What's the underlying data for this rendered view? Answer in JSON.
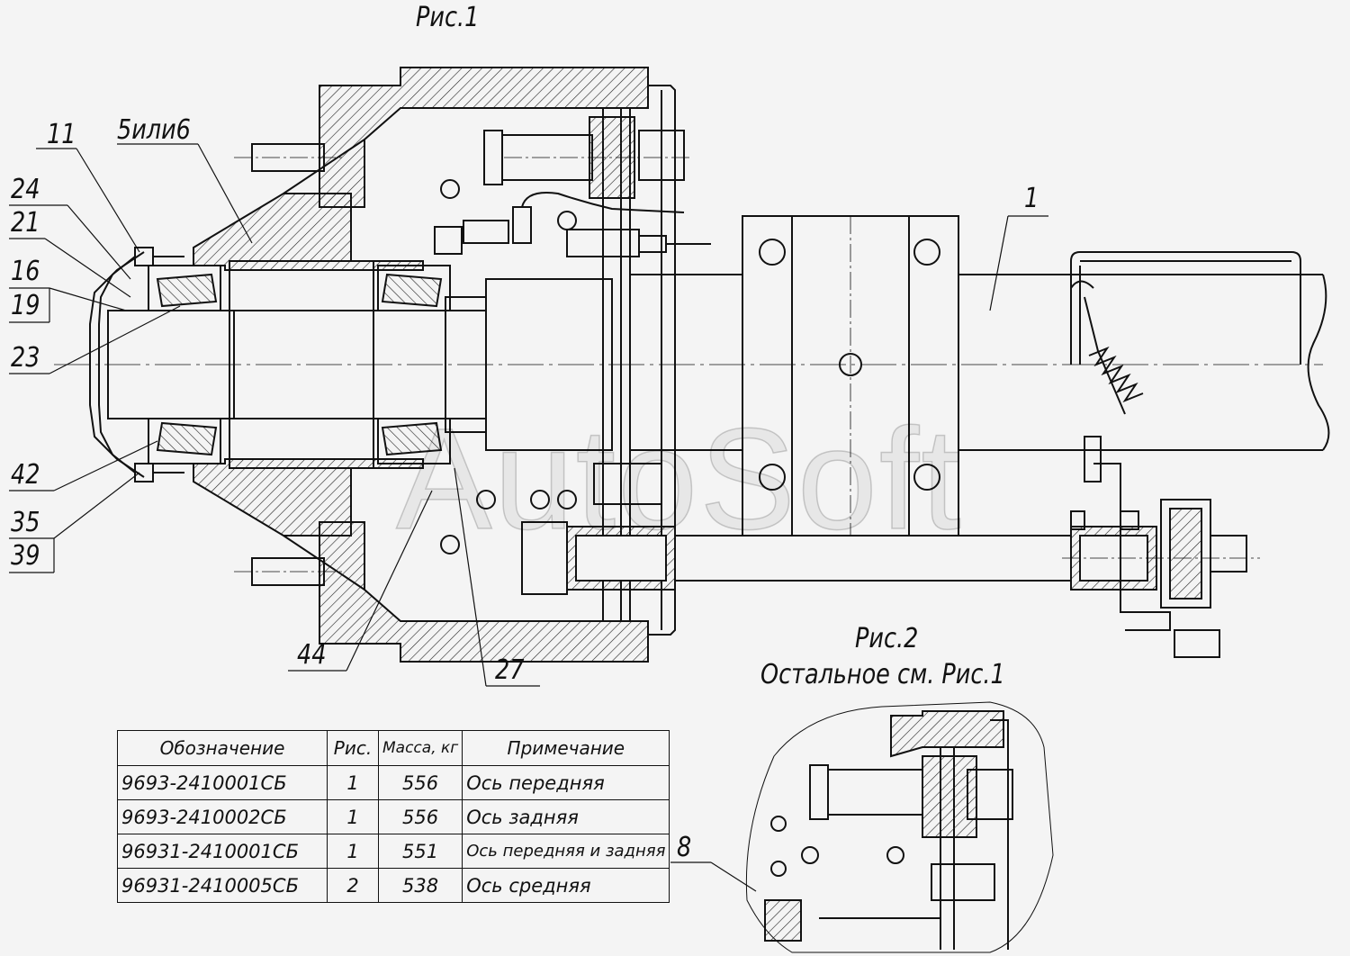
{
  "figures": {
    "fig1_title": "Рис.1",
    "fig2_title": "Рис.2",
    "fig2_subtitle": "Остальное см. Рис.1"
  },
  "callouts": {
    "c11": "11",
    "c5or6": "5или6",
    "c24": "24",
    "c21": "21",
    "c16": "16",
    "c19": "19",
    "c23": "23",
    "c42": "42",
    "c35": "35",
    "c39": "39",
    "c44": "44",
    "c27": "27",
    "c1": "1",
    "c8": "8"
  },
  "watermark": "AutoSoft",
  "spec_table": {
    "headers": {
      "designation": "Обозначение",
      "figure": "Рис.",
      "mass": "Масса, кг",
      "note": "Примечание"
    },
    "rows": [
      {
        "designation": "9693-2410001СБ",
        "figure": "1",
        "mass": "556",
        "note": "Ось   передняя"
      },
      {
        "designation": "9693-2410002СБ",
        "figure": "1",
        "mass": "556",
        "note": "Ось  задняя"
      },
      {
        "designation": "96931-2410001СБ",
        "figure": "1",
        "mass": "551",
        "note": "Ось  передняя и  задняя"
      },
      {
        "designation": "96931-2410005СБ",
        "figure": "2",
        "mass": "538",
        "note": "Ось  средняя"
      }
    ]
  }
}
